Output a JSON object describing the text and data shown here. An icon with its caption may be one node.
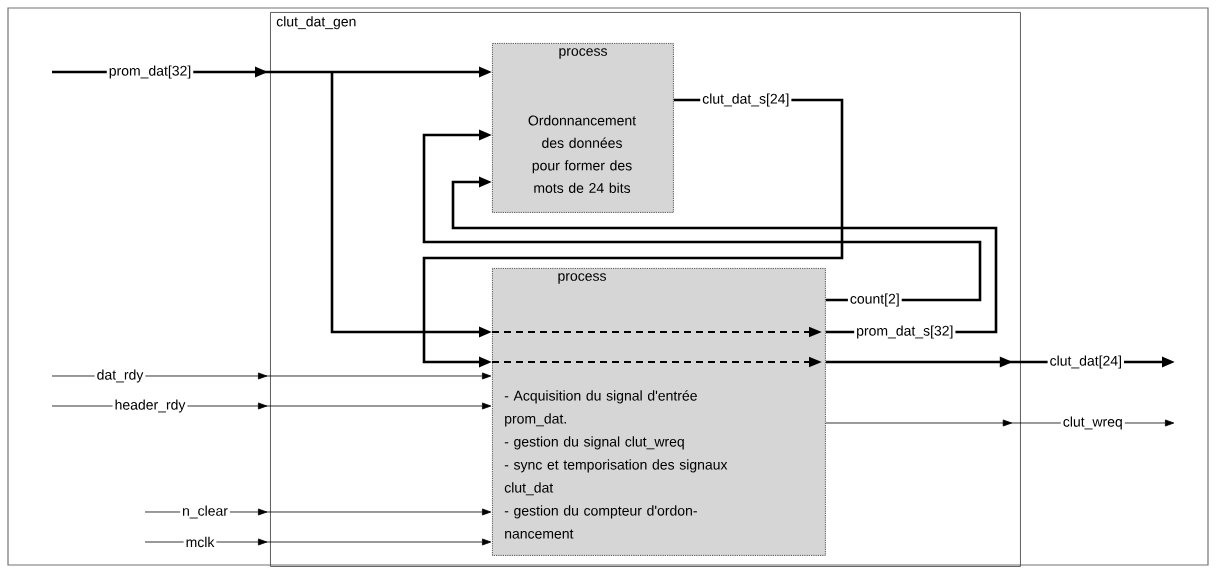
{
  "diagram": {
    "nodes": [
      {
        "text": [
          "clut_dat_gen"
        ]
      },
      {
        "text": [
          "process",
          "Ordonnancement des données pour former des mots de 24 bits"
        ],
        "in": 0
      },
      {
        "text": [
          "process",
          "- Acquisition du signal d'entrée prom_dat.",
          "- gestion du signal clut_wreq",
          "- sync et temporisation des signaux clut_dat",
          "- gestion du compteur d'ordon- nancement"
        ],
        "in": 0
      }
    ],
    "edges": [
      {
        "from": null,
        "to": 1,
        "arrow": "to",
        "label": "prom_dat[32]"
      },
      {
        "from": null,
        "to": 2,
        "arrow": "to"
      },
      {
        "from": 1,
        "to": 2,
        "arrow": "to",
        "label": "clut_dat_s[24]"
      },
      {
        "from": 2,
        "to": 1,
        "arrow": "to",
        "label": "count[2]"
      },
      {
        "from": 2,
        "to": 1,
        "arrow": "to",
        "label": "prom_dat_s[32]"
      },
      {
        "from": 2,
        "to": null,
        "arrow": "to",
        "label": "clut_dat[24]"
      },
      {
        "from": null,
        "to": 2,
        "arrow": "to",
        "label": "dat_rdy"
      },
      {
        "from": null,
        "to": 2,
        "arrow": "to",
        "label": "header_rdy"
      },
      {
        "from": null,
        "to": 2,
        "arrow": "to",
        "label": "n_clear"
      },
      {
        "from": null,
        "to": 2,
        "arrow": "to",
        "label": "mclk"
      },
      {
        "from": 2,
        "to": null,
        "arrow": "to",
        "label": "clut_wreq"
      }
    ]
  }
}
